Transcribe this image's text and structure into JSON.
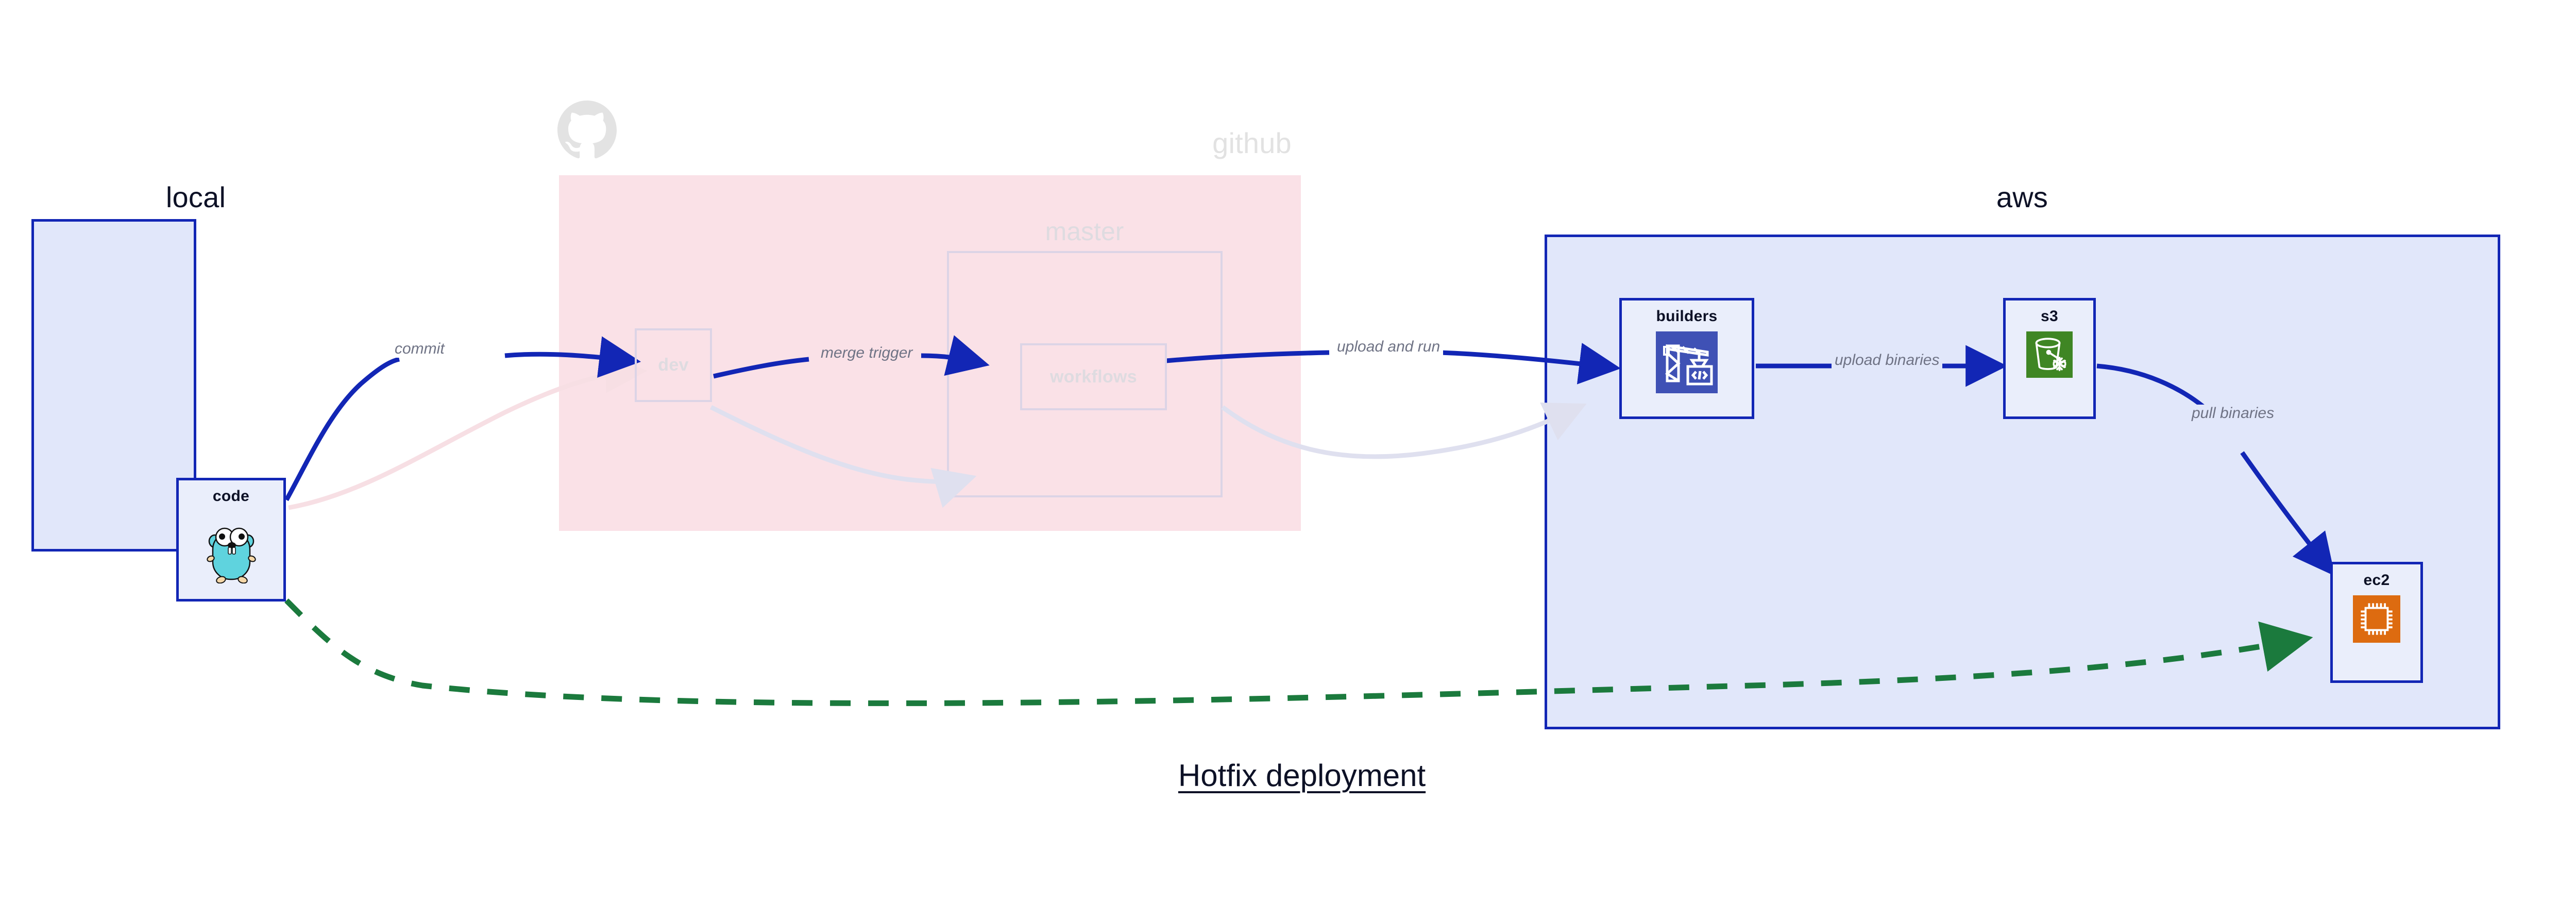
{
  "title": {
    "text": "Hotfix deployment"
  },
  "zones": [
    {
      "id": "local",
      "label": "local",
      "faded": false
    },
    {
      "id": "github",
      "label": "github",
      "faded": true
    },
    {
      "id": "aws",
      "label": "aws",
      "faded": false
    }
  ],
  "subzones": [
    {
      "id": "master",
      "label": "master",
      "faded": true
    }
  ],
  "nodes": [
    {
      "id": "code",
      "label": "code",
      "icon": "go-gopher-icon",
      "faded": false
    },
    {
      "id": "dev",
      "label": "dev",
      "icon": "none",
      "faded": true
    },
    {
      "id": "workflows",
      "label": "workflows",
      "icon": "none",
      "faded": true
    },
    {
      "id": "builders",
      "label": "builders",
      "icon": "aws-crane-icon",
      "faded": false
    },
    {
      "id": "s3",
      "label": "s3",
      "icon": "aws-s3-glacier-icon",
      "faded": false
    },
    {
      "id": "ec2",
      "label": "ec2",
      "icon": "aws-ec2-chip-icon",
      "faded": false
    }
  ],
  "edges": [
    {
      "id": "commit",
      "label": "commit",
      "from": "code",
      "to": "dev",
      "style": "solid-blue",
      "faded": false
    },
    {
      "id": "merge-trigger",
      "label": "merge trigger",
      "from": "dev",
      "to": "workflows",
      "style": "solid-blue",
      "faded": false
    },
    {
      "id": "upload-and-run",
      "label": "upload and run",
      "from": "workflows",
      "to": "builders",
      "style": "solid-blue",
      "faded": false
    },
    {
      "id": "upload-binaries",
      "label": "upload binaries",
      "from": "builders",
      "to": "s3",
      "style": "solid-blue",
      "faded": false
    },
    {
      "id": "pull-binaries",
      "label": "pull binaries",
      "from": "s3",
      "to": "ec2",
      "style": "solid-blue",
      "faded": false
    },
    {
      "id": "hotfix-direct",
      "label": "",
      "from": "code",
      "to": "ec2",
      "style": "dashed-green",
      "faded": false
    }
  ],
  "colors": {
    "zone_blue_fill": "#e1e7fa",
    "zone_blue_border": "#1226b5",
    "zone_pink_fill": "#fae1e7",
    "node_fill": "#eaeefb",
    "edge_blue": "#1226b5",
    "edge_green": "#1b7a3d",
    "faded_grey": "#dedbe0",
    "label_grey": "#6f7385",
    "text_dark": "#0d1126",
    "icon_builders": "#3f51b5",
    "icon_s3": "#3f8624",
    "icon_ec2": "#dd6b10",
    "gopher_body": "#5fd3de"
  }
}
